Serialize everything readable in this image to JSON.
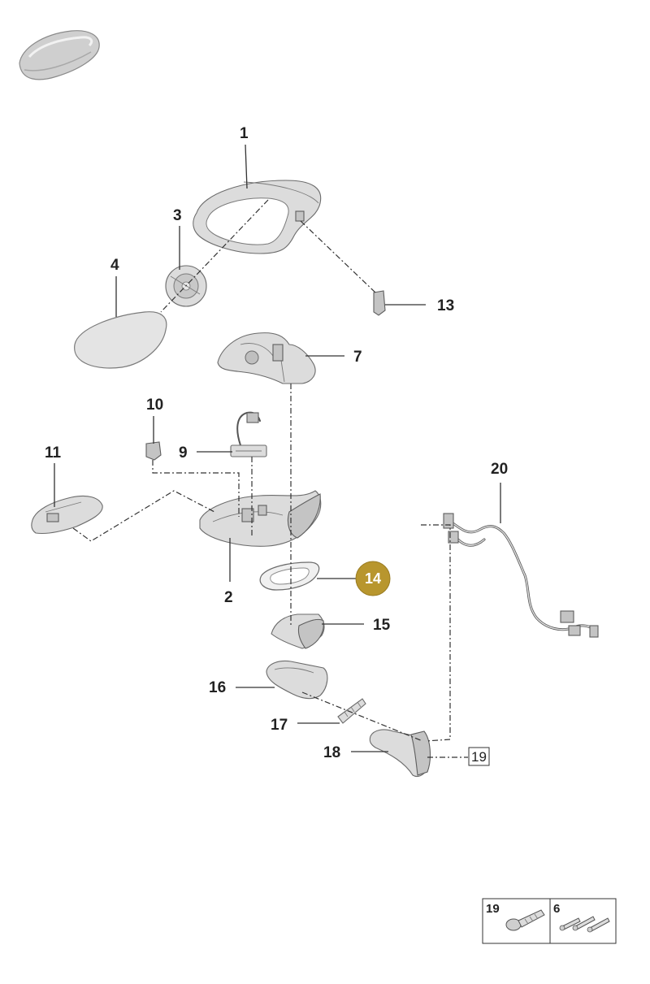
{
  "labels": {
    "p1": "1",
    "p2": "2",
    "p3": "3",
    "p4": "4",
    "p7": "7",
    "p9": "9",
    "p10": "10",
    "p11": "11",
    "p13": "13",
    "p14": "14",
    "p15": "15",
    "p16": "16",
    "p17": "17",
    "p18": "18",
    "p19_ref": "19",
    "p20": "20"
  },
  "legend": {
    "cell1": "19",
    "cell2": "6"
  },
  "colors": {
    "highlight": "#b8962e",
    "part_fill": "#dcdcdc",
    "line": "#333333"
  },
  "icons": {
    "vehicle": "car-thumbnail-icon"
  }
}
